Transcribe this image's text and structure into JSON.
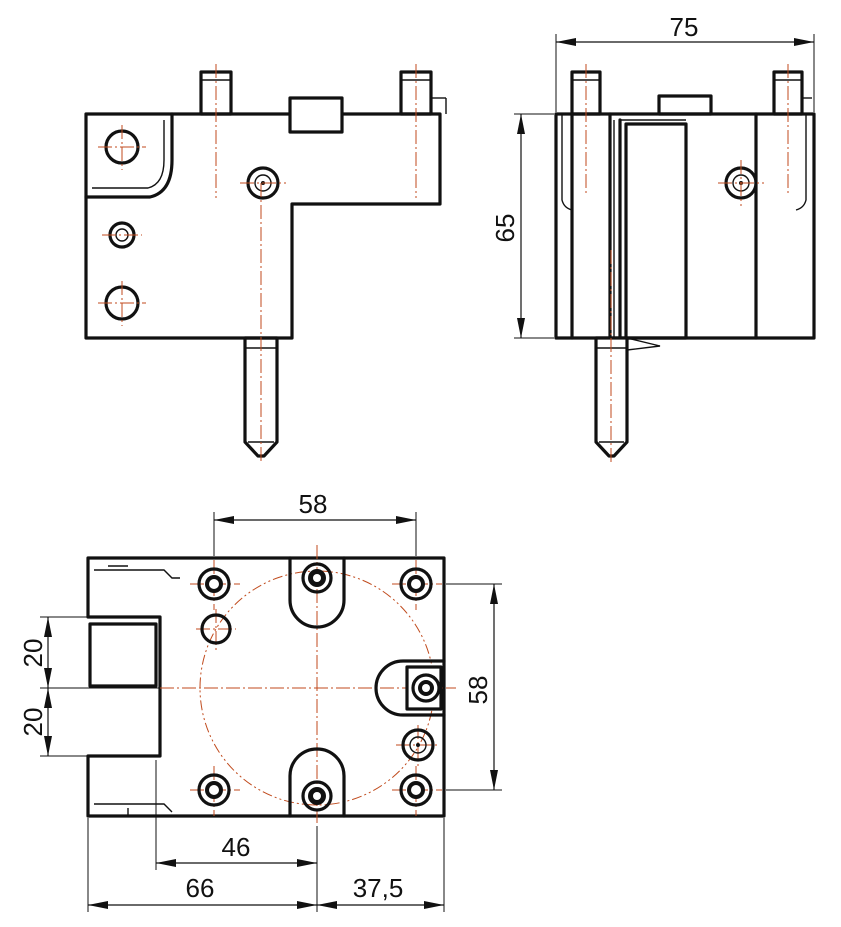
{
  "dimensions": {
    "width_side": "75",
    "height_side": "65",
    "hole_spacing_x": "58",
    "hole_spacing_y": "58",
    "offset_upper": "20",
    "offset_lower": "20",
    "offset_46": "46",
    "offset_66": "66",
    "offset_37_5": "37,5"
  }
}
